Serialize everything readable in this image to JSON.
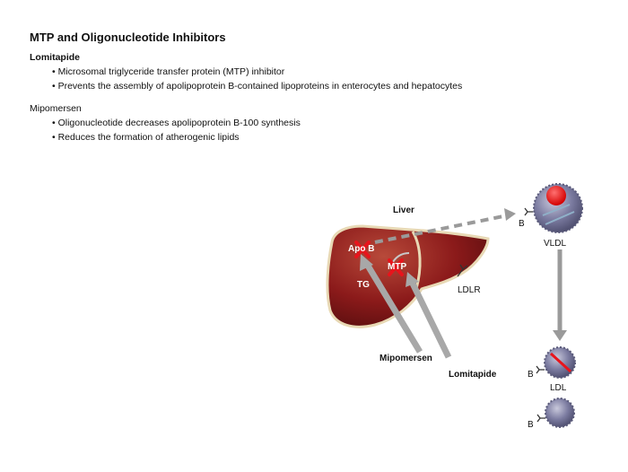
{
  "title": "MTP and Oligonucleotide Inhibitors",
  "drugs": [
    {
      "name": "Lomitapide",
      "bullets": [
        "Microsomal triglyceride transfer protein (MTP) inhibitor",
        "Prevents the assembly of apolipoprotein B-contained lipoproteins in enterocytes and hepatocytes"
      ]
    },
    {
      "name": "Mipomersen",
      "bullets": [
        "Oligonucleotide decreases apolipoprotein B-100 synthesis",
        "Reduces the formation of atherogenic lipids"
      ]
    }
  ],
  "diagram": {
    "liver_label": "Liver",
    "apo_b_label": "Apo B",
    "mtp_label": "MTP",
    "tg_label": "TG",
    "ldlr_label": "LDLR",
    "vldl_label": "VLDL",
    "ldl_label": "LDL",
    "b_label_vldl": "B",
    "b_label_ldl": "B",
    "b_label_bottom": "B",
    "mipomersen_label": "Mipomersen",
    "lomitapide_label": "Lomitapide"
  },
  "colors": {
    "liver": "#8b1a1a",
    "liver_highlight": "#b84a3a",
    "liver_border": "#e8d9b5",
    "inhibit_x": "#e8141c",
    "arrow_gray": "#9a9a9a",
    "particle": "#6e6e94"
  }
}
